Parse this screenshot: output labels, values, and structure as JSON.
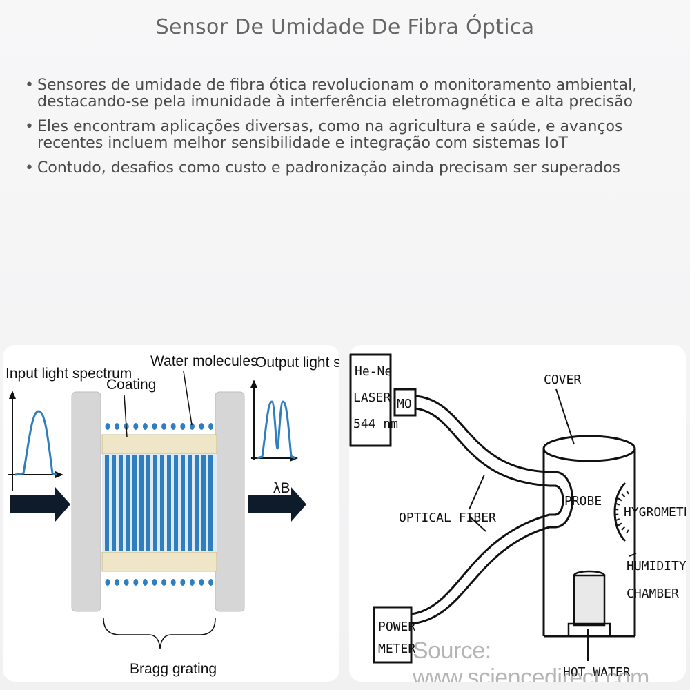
{
  "title": "Sensor De Umidade De Fibra Óptica",
  "bullets": [
    "Sensores de umidade de fibra ótica revolucionam o monitoramento ambiental, destacando-se pela imunidade à interferência eletromagnética e alta precisão",
    "Eles encontram aplicações diversas, como na agricultura e saúde, e avanços recentes incluem melhor sensibilidade e integração com sistemas IoT",
    "Contudo, desafios como custo e padronização ainda precisam ser superados"
  ],
  "left_diagram": {
    "input_label": "Input light spectrum",
    "output_label": "Output light spectrum",
    "coating_label": "Coating",
    "water_label": "Water molecules",
    "bragg_label": "Bragg grating",
    "lambda_label": "λB"
  },
  "right_diagram": {
    "laser_line1": "He-Ne",
    "laser_line2": "LASER",
    "laser_line3": "544 nm",
    "mo_label": "MO",
    "cover_label": "COVER",
    "probe_label": "PROBE",
    "hygrometer_label": "HYGROMETER",
    "optical_fiber_label": "OPTICAL FIBER",
    "humidity_label1": "HUMIDITY",
    "humidity_label2": "CHAMBER",
    "power_label1": "POWER",
    "power_label2": "METER",
    "hot_water_label": "HOT WATER",
    "watermark": "Source: www.sciencedirect.com"
  },
  "colors": {
    "fiber_blue": "#2f7fc0",
    "arrow_dark": "#0d1b2a",
    "coating": "#efe6c8",
    "end_cap": "#d6d6d6"
  }
}
